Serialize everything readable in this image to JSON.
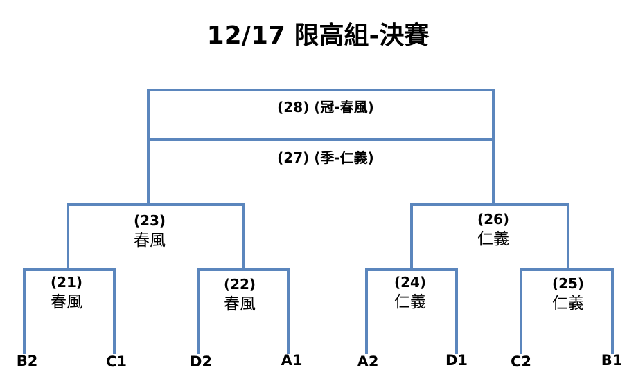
{
  "title": "12/17 限高組-決賽",
  "final": {
    "first": "(28) (冠-春風)",
    "third": "(27) (季-仁義)"
  },
  "semis": [
    {
      "num": "(23)",
      "winner": "春風"
    },
    {
      "num": "(26)",
      "winner": "仁義"
    }
  ],
  "quarters": [
    {
      "num": "(21)",
      "winner": "春風"
    },
    {
      "num": "(22)",
      "winner": "春風"
    },
    {
      "num": "(24)",
      "winner": "仁義"
    },
    {
      "num": "(25)",
      "winner": "仁義"
    }
  ],
  "seeds": [
    "B2",
    "C1",
    "D2",
    "A1",
    "A2",
    "D1",
    "C2",
    "B1"
  ],
  "colors": {
    "line": "#5b86bd"
  }
}
